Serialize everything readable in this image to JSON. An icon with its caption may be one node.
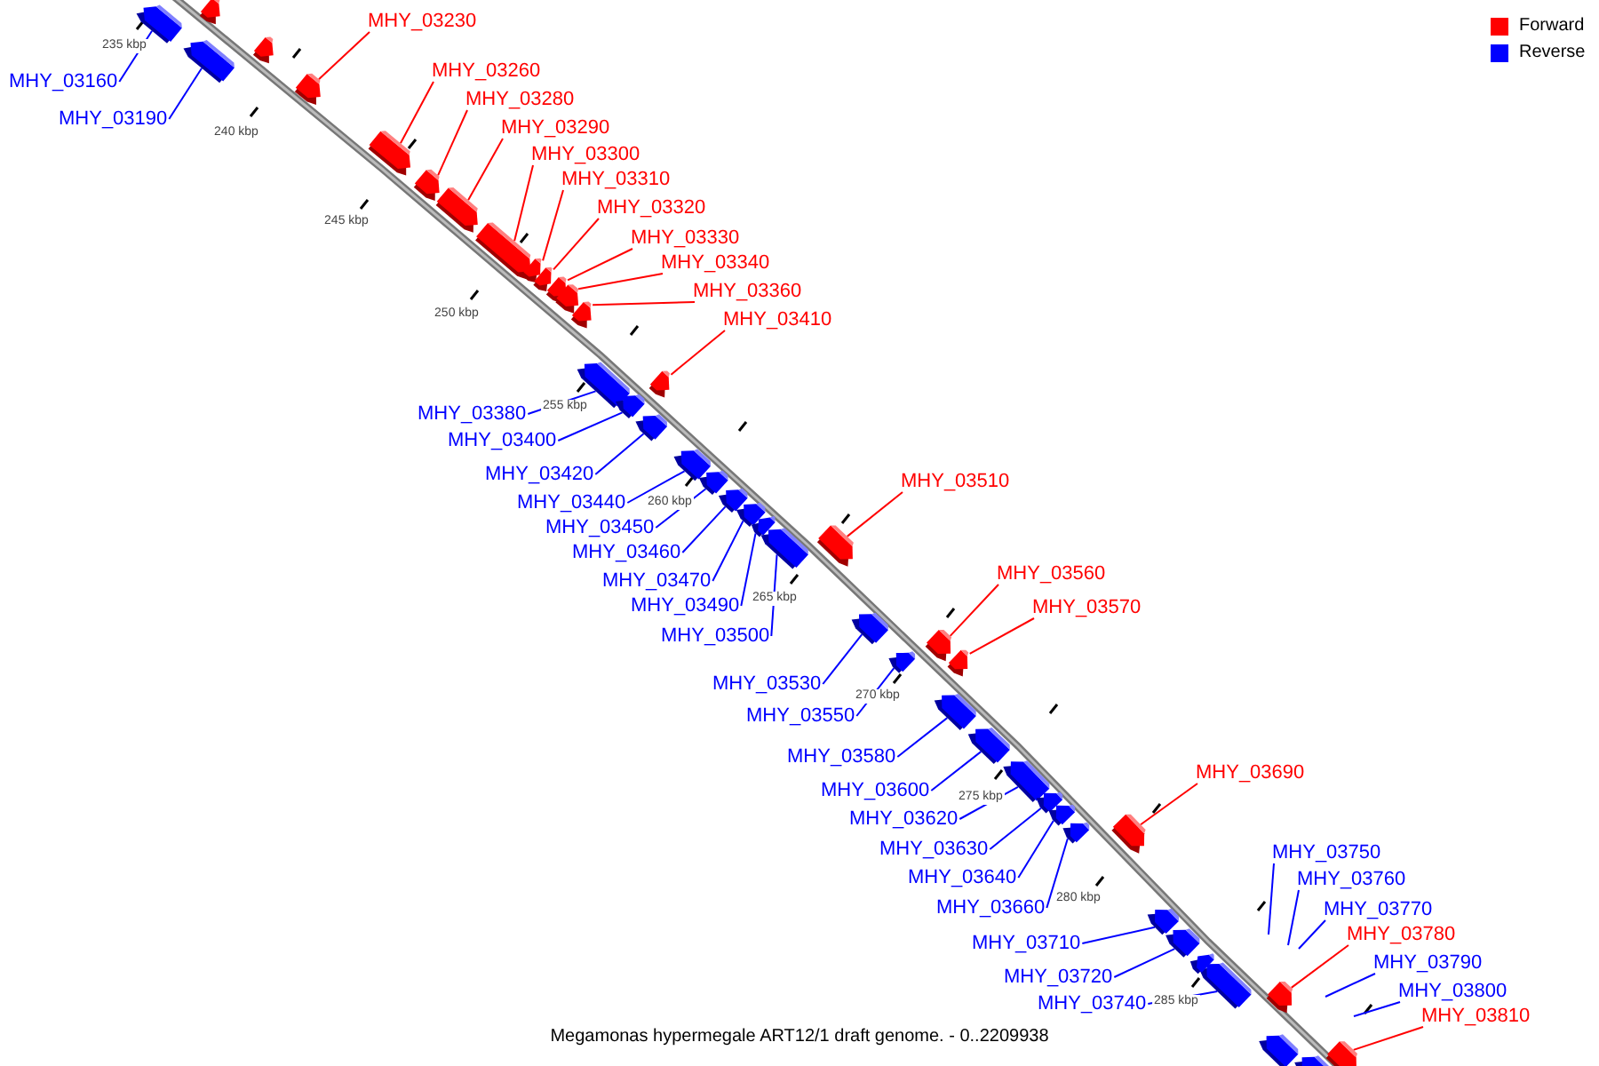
{
  "diagram": {
    "caption": "Megamonas hypermegale ART12/1 draft genome. - 0..2209938",
    "nodes": [
      {
        "text": [
          "MHY_03160"
        ]
      },
      {
        "text": [],
        "shape": "box"
      },
      {
        "text": [
          "MHY_03190"
        ]
      },
      {
        "text": [],
        "shape": "box"
      },
      {
        "text": [
          "MHY_03230"
        ]
      },
      {
        "text": [],
        "shape": "box"
      },
      {
        "text": [
          "MHY_03260"
        ]
      },
      {
        "text": [],
        "shape": "box"
      },
      {
        "text": [
          "MHY_03280"
        ]
      },
      {
        "text": [],
        "shape": "box"
      },
      {
        "text": [
          "MHY_03290"
        ]
      },
      {
        "text": [],
        "shape": "box"
      },
      {
        "text": [
          "MHY_03300"
        ]
      },
      {
        "text": [],
        "shape": "box"
      },
      {
        "text": [
          "MHY_03310"
        ]
      },
      {
        "text": [],
        "shape": "box"
      },
      {
        "text": [
          "MHY_03320"
        ]
      },
      {
        "text": [],
        "shape": "box"
      },
      {
        "text": [
          "MHY_03330"
        ]
      },
      {
        "text": [],
        "shape": "box"
      },
      {
        "text": [
          "MHY_03340"
        ]
      },
      {
        "text": [],
        "shape": "box"
      },
      {
        "text": [
          "MHY_03360"
        ]
      },
      {
        "text": [],
        "shape": "box"
      },
      {
        "text": [
          "MHY_03410"
        ]
      },
      {
        "text": [],
        "shape": "box"
      },
      {
        "text": [
          "MHY_03380"
        ]
      },
      {
        "text": [],
        "shape": "box"
      },
      {
        "text": [
          "MHY_03400"
        ]
      },
      {
        "text": [],
        "shape": "box"
      },
      {
        "text": [
          "MHY_03420"
        ]
      },
      {
        "text": [],
        "shape": "box"
      },
      {
        "text": [
          "MHY_03440"
        ]
      },
      {
        "text": [],
        "shape": "box"
      },
      {
        "text": [
          "MHY_03450"
        ]
      },
      {
        "text": [],
        "shape": "box"
      },
      {
        "text": [
          "MHY_03460"
        ]
      },
      {
        "text": [],
        "shape": "box"
      },
      {
        "text": [
          "MHY_03470"
        ]
      },
      {
        "text": [],
        "shape": "box"
      },
      {
        "text": [
          "MHY_03490"
        ]
      },
      {
        "text": [],
        "shape": "box"
      },
      {
        "text": [
          "MHY_03500"
        ]
      },
      {
        "text": [],
        "shape": "box"
      },
      {
        "text": [
          "MHY_03510"
        ]
      },
      {
        "text": [],
        "shape": "box"
      },
      {
        "text": [
          "MHY_03530"
        ]
      },
      {
        "text": [],
        "shape": "box"
      },
      {
        "text": [
          "MHY_03550"
        ]
      },
      {
        "text": [],
        "shape": "box"
      },
      {
        "text": [
          "MHY_03560"
        ]
      },
      {
        "text": [],
        "shape": "box"
      },
      {
        "text": [
          "MHY_03570"
        ]
      },
      {
        "text": [],
        "shape": "box"
      },
      {
        "text": [
          "MHY_03580"
        ]
      },
      {
        "text": [],
        "shape": "box"
      },
      {
        "text": [
          "MHY_03600"
        ]
      },
      {
        "text": [],
        "shape": "box"
      },
      {
        "text": [
          "MHY_03620"
        ]
      },
      {
        "text": [],
        "shape": "box"
      },
      {
        "text": [
          "MHY_03630"
        ]
      },
      {
        "text": [],
        "shape": "box"
      },
      {
        "text": [
          "MHY_03640"
        ]
      },
      {
        "text": [],
        "shape": "box"
      },
      {
        "text": [
          "MHY_03660"
        ]
      },
      {
        "text": [],
        "shape": "box"
      },
      {
        "text": [
          "MHY_03690"
        ]
      },
      {
        "text": [],
        "shape": "box"
      },
      {
        "text": [
          "MHY_03710"
        ]
      },
      {
        "text": [],
        "shape": "box"
      },
      {
        "text": [
          "MHY_03720"
        ]
      },
      {
        "text": [],
        "shape": "box"
      },
      {
        "text": [
          "MHY_03740"
        ]
      },
      {
        "text": [],
        "shape": "box"
      },
      {
        "text": [
          "MHY_03750"
        ]
      },
      {
        "text": [
          "MHY_03760"
        ]
      },
      {
        "text": [
          "MHY_03770"
        ]
      },
      {
        "text": [
          "MHY_03780"
        ]
      },
      {
        "text": [],
        "shape": "box"
      },
      {
        "text": [
          "MHY_03790"
        ]
      },
      {
        "text": [
          "MHY_03800"
        ]
      },
      {
        "text": [
          "MHY_03810"
        ]
      },
      {
        "text": [],
        "shape": "box"
      },
      {
        "text": [],
        "shape": "box"
      },
      {
        "text": [],
        "shape": "box"
      },
      {
        "text": [],
        "shape": "box"
      },
      {
        "text": [],
        "shape": "box"
      },
      {
        "text": [],
        "shape": "box"
      }
    ],
    "edges": [
      {
        "from": 0,
        "to": 1,
        "arrow": "none"
      },
      {
        "from": 2,
        "to": 3,
        "arrow": "none"
      },
      {
        "from": 4,
        "to": 5,
        "arrow": "none",
        "color": "#ff0000"
      },
      {
        "from": 6,
        "to": 7,
        "arrow": "none",
        "color": "#ff0000"
      },
      {
        "from": 8,
        "to": 9,
        "arrow": "none",
        "color": "#ff0000"
      },
      {
        "from": 10,
        "to": 11,
        "arrow": "none",
        "color": "#ff0000"
      },
      {
        "from": 12,
        "to": 13,
        "arrow": "none",
        "color": "#ff0000"
      },
      {
        "from": 14,
        "to": 15,
        "arrow": "none",
        "color": "#ff0000"
      },
      {
        "from": 16,
        "to": 17,
        "arrow": "none",
        "color": "#ff0000"
      },
      {
        "from": 18,
        "to": 19,
        "arrow": "none",
        "color": "#ff0000"
      },
      {
        "from": 20,
        "to": 21,
        "arrow": "none",
        "color": "#ff0000"
      },
      {
        "from": 22,
        "to": 23,
        "arrow": "none",
        "color": "#ff0000"
      },
      {
        "from": 24,
        "to": 25,
        "arrow": "none",
        "color": "#ff0000"
      },
      {
        "from": 26,
        "to": 27,
        "arrow": "none"
      },
      {
        "from": 28,
        "to": 29,
        "arrow": "none"
      },
      {
        "from": 30,
        "to": 31,
        "arrow": "none"
      },
      {
        "from": 32,
        "to": 33,
        "arrow": "none"
      },
      {
        "from": 34,
        "to": 35,
        "arrow": "none"
      },
      {
        "from": 36,
        "to": 37,
        "arrow": "none"
      },
      {
        "from": 38,
        "to": 39,
        "arrow": "none"
      },
      {
        "from": 40,
        "to": 41,
        "arrow": "none"
      },
      {
        "from": 42,
        "to": 43,
        "arrow": "none"
      },
      {
        "from": 44,
        "to": 45,
        "arrow": "none",
        "color": "#ff0000"
      },
      {
        "from": 46,
        "to": 47,
        "arrow": "none"
      },
      {
        "from": 48,
        "to": 49,
        "arrow": "none"
      },
      {
        "from": 50,
        "to": 51,
        "arrow": "none",
        "color": "#ff0000"
      },
      {
        "from": 52,
        "to": 53,
        "arrow": "none",
        "color": "#ff0000"
      },
      {
        "from": 54,
        "to": 55,
        "arrow": "none"
      },
      {
        "from": 56,
        "to": 57,
        "arrow": "none"
      },
      {
        "from": 58,
        "to": 59,
        "arrow": "none"
      },
      {
        "from": 60,
        "to": 61,
        "arrow": "none"
      },
      {
        "from": 62,
        "to": 63,
        "arrow": "none"
      },
      {
        "from": 64,
        "to": 65,
        "arrow": "none"
      },
      {
        "from": 66,
        "to": 67,
        "arrow": "none",
        "color": "#ff0000"
      },
      {
        "from": 68,
        "to": 69,
        "arrow": "none"
      },
      {
        "from": 70,
        "to": 71,
        "arrow": "none"
      },
      {
        "from": 72,
        "to": 73,
        "arrow": "none"
      },
      {
        "from": 74,
        "to": null,
        "arrow": "none"
      },
      {
        "from": 75,
        "to": null,
        "arrow": "none"
      },
      {
        "from": 76,
        "to": null,
        "arrow": "none"
      },
      {
        "from": 77,
        "to": 78,
        "arrow": "none",
        "color": "#ff0000"
      },
      {
        "from": 79,
        "to": null,
        "arrow": "none"
      },
      {
        "from": 80,
        "to": null,
        "arrow": "none"
      },
      {
        "from": 81,
        "to": 82,
        "arrow": "none",
        "color": "#ff0000"
      }
    ],
    "labels": [
      "235 kbp",
      "240 kbp",
      "245 kbp",
      "250 kbp",
      "255 kbp",
      "260 kbp",
      "265 kbp",
      "270 kbp",
      "275 kbp",
      "280 kbp",
      "285 kbp"
    ],
    "legend": [
      {
        "text": "Forward",
        "color": "#ff0000"
      },
      {
        "text": "Reverse",
        "color": "#0000ff"
      }
    ]
  }
}
